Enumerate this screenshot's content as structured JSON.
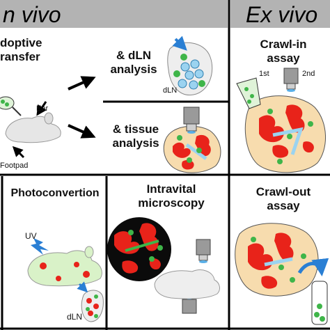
{
  "header": {
    "left_title": "n vivo",
    "right_title": "Ex vivo"
  },
  "panels": {
    "adoptive_transfer": {
      "title_line1": "doptive",
      "title_line2": "ransfer",
      "label_ear": "Ear",
      "label_footpad": "Footpad"
    },
    "dln_analysis": {
      "title_line1": "& dLN",
      "title_line2": "analysis",
      "label_dln": "dLN"
    },
    "tissue_analysis": {
      "title_line1": "& tissue",
      "title_line2": "analysis"
    },
    "crawl_in": {
      "title_line1": "Crawl-in",
      "title_line2": "assay",
      "label_first": "1st",
      "label_second": "2nd"
    },
    "photoconversion": {
      "title": "Photoconvertion",
      "label_uv": "UV",
      "label_dln": "dLN"
    },
    "intravital": {
      "title_line1": "Intravital",
      "title_line2": "microscopy"
    },
    "crawl_out": {
      "title_line1": "Crawl-out",
      "title_line2": "assay"
    }
  },
  "colors": {
    "header_bg": "#b3b3b3",
    "tissue": "#f7dcae",
    "vessel": "#e8231a",
    "cell_green": "#3fb549",
    "cell_blue": "#9bd3f0",
    "uv_blue": "#2a7fd4",
    "mouse": "#e5e5e5",
    "mouse_green": "#d9f2c8"
  }
}
